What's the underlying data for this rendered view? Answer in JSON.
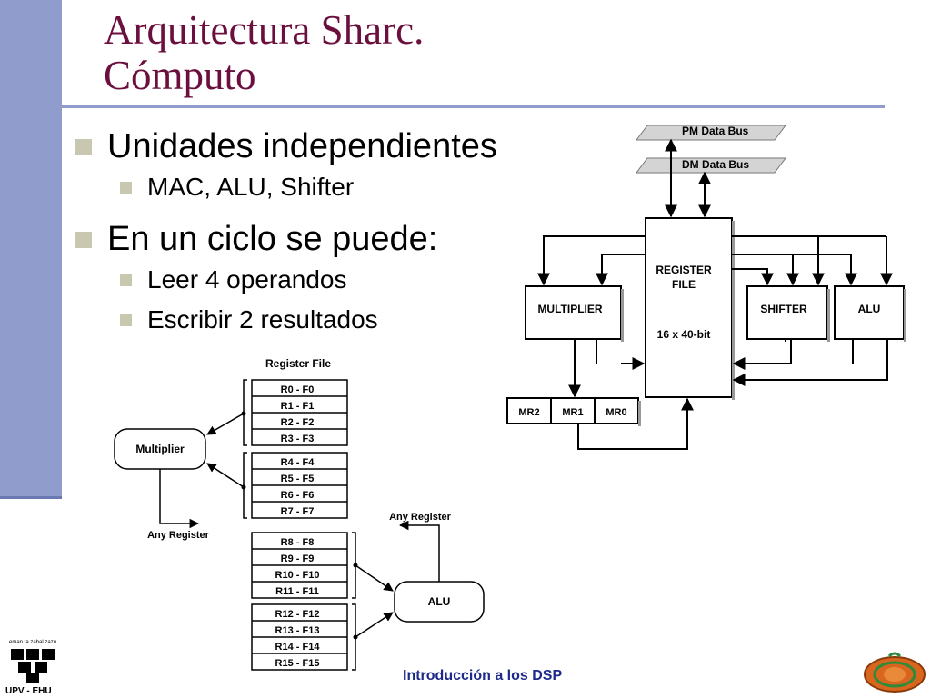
{
  "title": {
    "line1": "Arquitectura Sharc.",
    "line2": "Cómputo"
  },
  "bullets": {
    "b1": "Unidades independientes",
    "b1_sub1": "MAC, ALU, Shifter",
    "b2": "En un ciclo se puede:",
    "b2_sub1": "Leer 4 operandos",
    "b2_sub2": "Escribir 2 resultados"
  },
  "diagram_right": {
    "pm_bus": "PM Data Bus",
    "dm_bus": "DM Data Bus",
    "regfile": {
      "line1": "REGISTER",
      "line2": "FILE",
      "size": "16 x 40-bit"
    },
    "multiplier": "MULTIPLIER",
    "shifter": "SHIFTER",
    "alu": "ALU",
    "mr2": "MR2",
    "mr1": "MR1",
    "mr0": "MR0"
  },
  "diagram_left": {
    "title": "Register File",
    "group1": [
      "R0 - F0",
      "R1 - F1",
      "R2 - F2",
      "R3 - F3"
    ],
    "group2": [
      "R4 - F4",
      "R5 - F5",
      "R6 - F6",
      "R7 - F7"
    ],
    "group3": [
      "R8 - F8",
      "R9 - F9",
      "R10 - F10",
      "R11 - F11"
    ],
    "group4": [
      "R12 - F12",
      "R13 - F13",
      "R14 - F14",
      "R15 - F15"
    ],
    "multiplier": "Multiplier",
    "any_register_1": "Any Register",
    "alu": "ALU",
    "any_register_2": "Any Register"
  },
  "footer": {
    "text": "Introducción a los DSP"
  },
  "logo": {
    "small_text": "eman ta zabal zazu",
    "org": "UPV - EHU"
  },
  "colors": {
    "title": "#6b0f3e",
    "sidebar": "#8f9ccc",
    "bullet": "#c8c8b0",
    "footer": "#1e2a8a"
  }
}
